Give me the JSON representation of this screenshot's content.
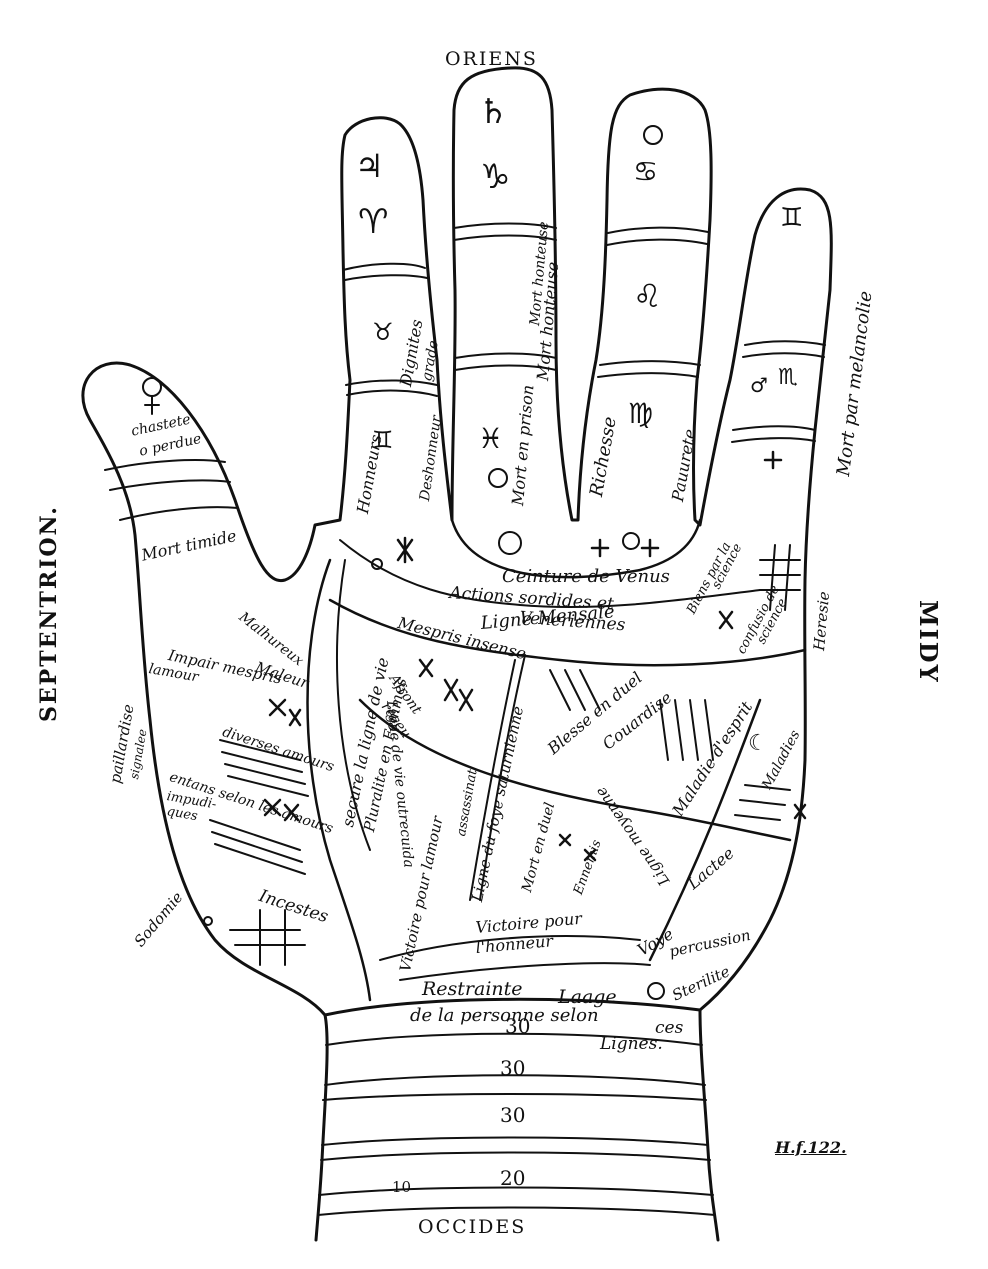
{
  "compass": {
    "east": "ORIENS",
    "west": "OCCIDES",
    "north": "SEPTENTRION.",
    "south": "MIDY"
  },
  "signature": "H.f.122.",
  "finger_symbols": {
    "index_top": "♃",
    "index_sign": "♈",
    "index_mid": "♉",
    "index_low": "♊",
    "middle_top": "♄",
    "middle_sign": "♑",
    "middle_low": "♓",
    "ring_top": "☉",
    "ring_sign_a": "♋",
    "ring_sign_b": "♌",
    "ring_low": "♍",
    "little_top": "♊",
    "little_mars": "♂",
    "little_sign": "♏",
    "thumb_top": "♀",
    "moon": "☾"
  },
  "labels": {
    "chastete": "chastete",
    "perdue": "o perdue",
    "mort_timide": "Mort timide",
    "dignites": "Dignites",
    "grade": "grade",
    "honneurs": "Honneurs",
    "deshonneur": "Deshonneur",
    "mort_honteuse_top": "Mort honteuse",
    "mort_honteuse": "Mort honteuse",
    "mort_en_prison": "Mort en prison",
    "richesse": "Richesse",
    "pauurete": "Pauurete",
    "mort_melancolie": "Mort par melancolie",
    "ceinture": "Ceinture de Venus",
    "actions": "Actions sordides et",
    "veneriennes": "Veneriennes",
    "ligne_mensale": "Ligne Mensale",
    "biens_par_la": "Biens par la",
    "science_a": "science",
    "confusio": "confusio de",
    "science_b": "science",
    "heresie": "Heresie",
    "mespris_insense": "Mespris insense",
    "malheureux": "Malhureux",
    "maleur": "Maleur",
    "impair_mespris": "Impair mespris",
    "lamour": "lamour",
    "diverses_amours": "diverses amours",
    "paillardise": "paillardise",
    "signalee": "signalee",
    "entans": "entans selon les amours",
    "impudiques": "impudi-",
    "ques": "ques",
    "secure_ligne": "secure la ligne de vie",
    "pluralite": "Pluralite en Femmes",
    "affront": "Afront",
    "receu": "receu",
    "ligne_vie_outrecuidance": "Ligne de vie outrecuida",
    "victoire_amour": "Victoire pour lamour",
    "assassinat": "assassinat",
    "ligne_saturnienne": "Ligne du foye saturnienne",
    "blesse_duel": "Blesse en duel",
    "couardise": "Couardise",
    "maladie_esprit": "Maladie d'esprit",
    "maladies": "Maladies",
    "ligne_moyenne": "Ligne moyenne",
    "mort_duel": "Mort en duel",
    "ennemis": "Ennemis",
    "lactee": "Lactee",
    "voye": "Voye",
    "percussion": "percussion",
    "victoire_pour": "Victoire pour",
    "honneur": "l'honneur",
    "sodomie": "Sodomie",
    "incestes": "Incestes",
    "restrainte": "Restrainte",
    "laage": "Laage",
    "sterilite": "Sterilite",
    "de_la_personne": "de la personne selon",
    "ces": "ces",
    "lignes": "Lignes.",
    "age_30a": "30",
    "age_30b": "30",
    "age_30c": "30",
    "age_20": "20",
    "age_10": "10"
  }
}
